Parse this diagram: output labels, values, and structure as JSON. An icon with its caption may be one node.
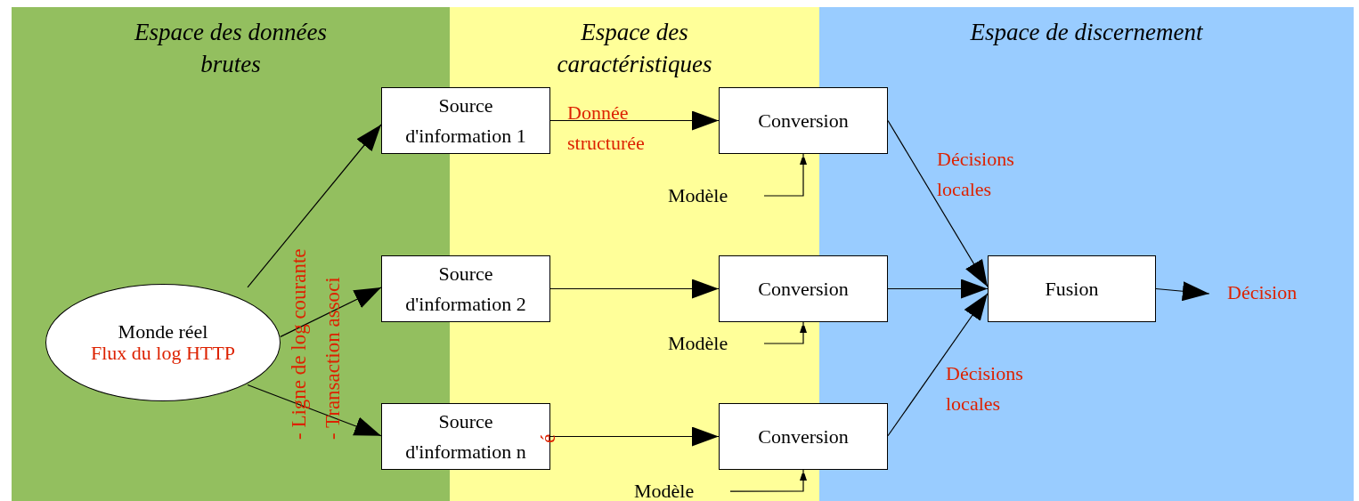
{
  "diagram": {
    "nodes": [
      {
        "text": [
          "Espace des données brutes"
        ]
      },
      {
        "text": [
          "Espace des caractéristiques"
        ]
      },
      {
        "text": [
          "Espace de discernement"
        ]
      },
      {
        "text": [
          "Monde réel",
          "Flux du log HTTP"
        ],
        "in": 0
      },
      {
        "text": [
          "Source d'information 1"
        ]
      },
      {
        "text": [
          "Source d'information 2"
        ]
      },
      {
        "text": [
          "Source d'information n"
        ]
      },
      {
        "text": [
          "Conversion"
        ]
      },
      {
        "text": [
          "Conversion"
        ]
      },
      {
        "text": [
          "Conversion"
        ]
      },
      {
        "text": [
          "Modèle"
        ],
        "in": 1
      },
      {
        "text": [
          "Modèle"
        ],
        "in": 1
      },
      {
        "text": [
          "Modèle"
        ],
        "in": 1
      },
      {
        "text": [
          "Fusion"
        ],
        "in": 2
      },
      {
        "text": [
          "Décision"
        ],
        "in": 2
      }
    ],
    "edges": [
      {
        "from": 3,
        "to": 4,
        "arrow": "to"
      },
      {
        "from": 3,
        "to": 5,
        "arrow": "to"
      },
      {
        "from": 3,
        "to": 6,
        "arrow": "to"
      },
      {
        "from": 4,
        "to": 7,
        "arrow": "to",
        "label": "Donnée structurée"
      },
      {
        "from": 5,
        "to": 8,
        "arrow": "to"
      },
      {
        "from": 6,
        "to": 9,
        "arrow": "to"
      },
      {
        "from": 10,
        "to": 7,
        "arrow": "to"
      },
      {
        "from": 11,
        "to": 8,
        "arrow": "to"
      },
      {
        "from": 12,
        "to": 9,
        "arrow": "to"
      },
      {
        "from": 7,
        "to": 13,
        "arrow": "to",
        "label": "Décisions locales"
      },
      {
        "from": 8,
        "to": 13,
        "arrow": "to"
      },
      {
        "from": 9,
        "to": 13,
        "arrow": "to",
        "label": "Décisions locales"
      },
      {
        "from": 13,
        "to": 14,
        "arrow": "to"
      }
    ],
    "labels": [
      "- Ligne de log courante",
      "- Transaction associ",
      "é"
    ]
  }
}
